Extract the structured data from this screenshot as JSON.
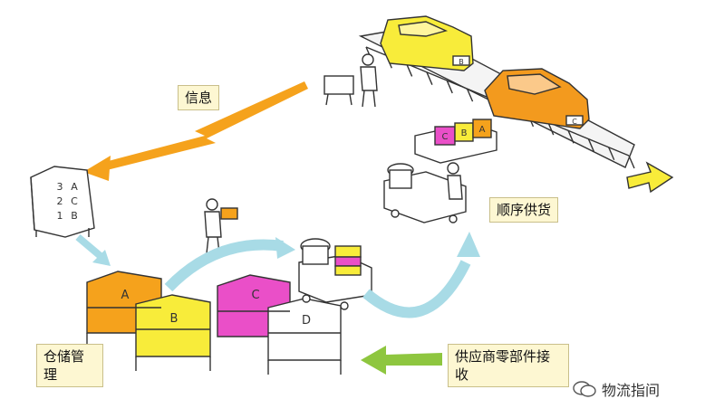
{
  "labels": {
    "info": "信息",
    "sequence_supply": "顺序供货",
    "warehouse_mgmt": "仓储管理",
    "supplier_receive": "供应商零部件接收"
  },
  "shelf_letters": {
    "a": "A",
    "b": "B",
    "c": "C",
    "d": "D"
  },
  "bins_on_cart": [
    "C",
    "B",
    "A"
  ],
  "kanban_board": [
    "A",
    "C",
    "B",
    "3",
    "2",
    "1"
  ],
  "car_plates": [
    "B",
    "C"
  ],
  "watermark": "物流指间",
  "colors": {
    "orange": "#f5a21c",
    "yellow": "#f8ec3a",
    "magenta": "#ea4fc8",
    "light_blue": "#a8dbe6",
    "green": "#8ec63f",
    "car_orange": "#f39a1e",
    "label_bg": "#fdf7d2"
  }
}
